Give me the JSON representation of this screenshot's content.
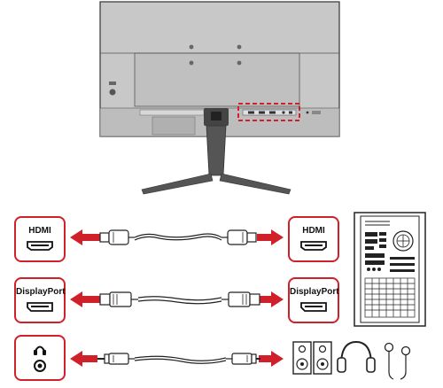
{
  "diagram": {
    "rows": [
      {
        "id": "hdmi",
        "left_label": "HDMI",
        "right_label": "HDMI",
        "cable": "hdmi-cable"
      },
      {
        "id": "displayport",
        "left_label": "DisplayPort",
        "right_label": "DisplayPort",
        "cable": "displayport-cable"
      },
      {
        "id": "audio",
        "left_label": "",
        "right_label": "",
        "cable": "audio-cable"
      }
    ],
    "colors": {
      "accent": "#d0202a",
      "monitor": "#c8c8c8",
      "outline": "#333333"
    },
    "icons": [
      "monitor-back-icon",
      "headphone-icon",
      "speakers-icon",
      "headphones-icon",
      "earbuds-icon",
      "pc-tower-icon"
    ]
  }
}
